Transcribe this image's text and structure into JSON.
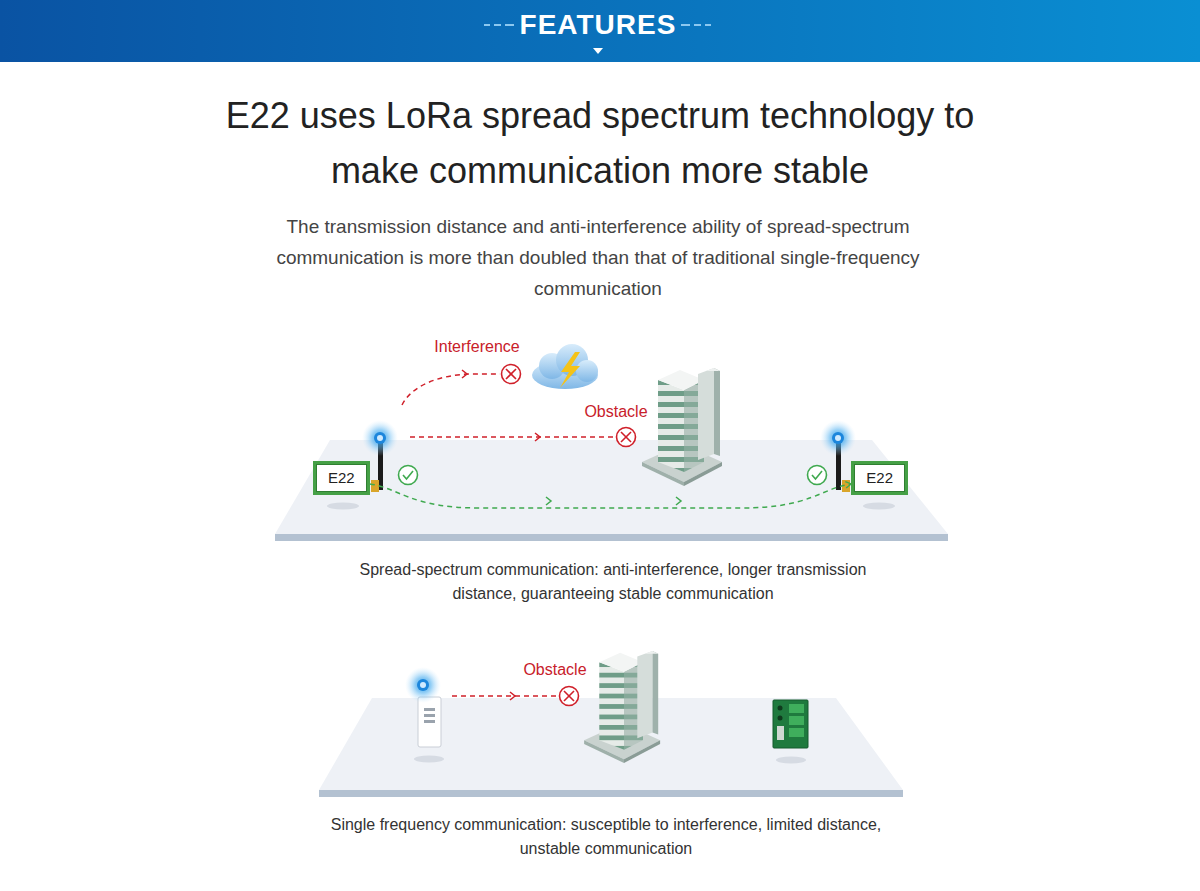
{
  "diagram": {
    "title": "E22 uses LoRa spread spectrum technology to make communication more stable",
    "nodes": [
      {
        "text": [
          "E22"
        ]
      },
      {
        "text": [
          "E22"
        ]
      }
    ],
    "edges": [
      {
        "from": 0,
        "to": 1,
        "arrow": "to"
      }
    ],
    "labels": [
      "FEATURES",
      "The transmission distance and anti-interference ability of spread-spectrum communication is more than doubled than that of traditional single-frequency communication",
      "Interference",
      "Obstacle",
      "Spread-spectrum communication: anti-interference, longer transmission distance, guaranteeing stable communication",
      "Obstacle",
      "Single frequency communication: susceptible to interference, limited distance, unstable communication"
    ]
  }
}
